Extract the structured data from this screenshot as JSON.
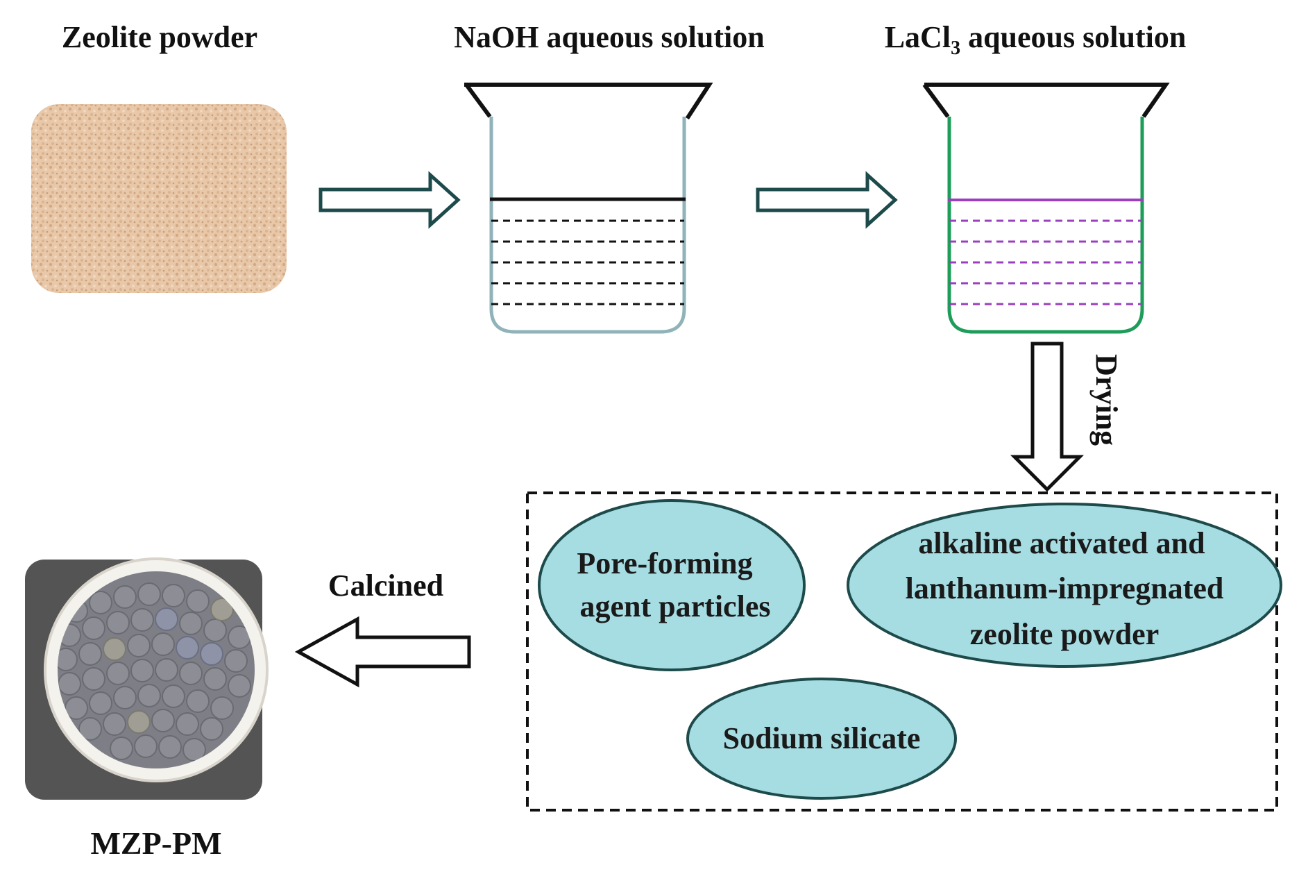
{
  "labels": {
    "zeolite_powder": "Zeolite powder",
    "naoh_solution": "NaOH aqueous solution",
    "lacl3_prefix": "LaCl",
    "lacl3_subscript": "3",
    "lacl3_suffix": " aqueous solution",
    "drying": "Drying",
    "calcined": "Calcined",
    "product": "MZP-PM"
  },
  "mixture": {
    "pore_forming_line1": "Pore-forming",
    "pore_forming_line2": "agent particles",
    "zeolite_line1": "alkaline activated and",
    "zeolite_line2": "lanthanum-impregnated",
    "zeolite_line3": "zeolite powder",
    "sodium_silicate": "Sodium silicate"
  },
  "colors": {
    "ellipse_fill": "#a6dde3",
    "arrow_stroke": "#1d4a4a",
    "naoh_beaker": "#8fb3b8",
    "lacl3_beaker": "#1e9c5a",
    "lacl3_lines": "#9b3fc0",
    "powder": "#e2bb97",
    "dish_background": "#545454"
  }
}
